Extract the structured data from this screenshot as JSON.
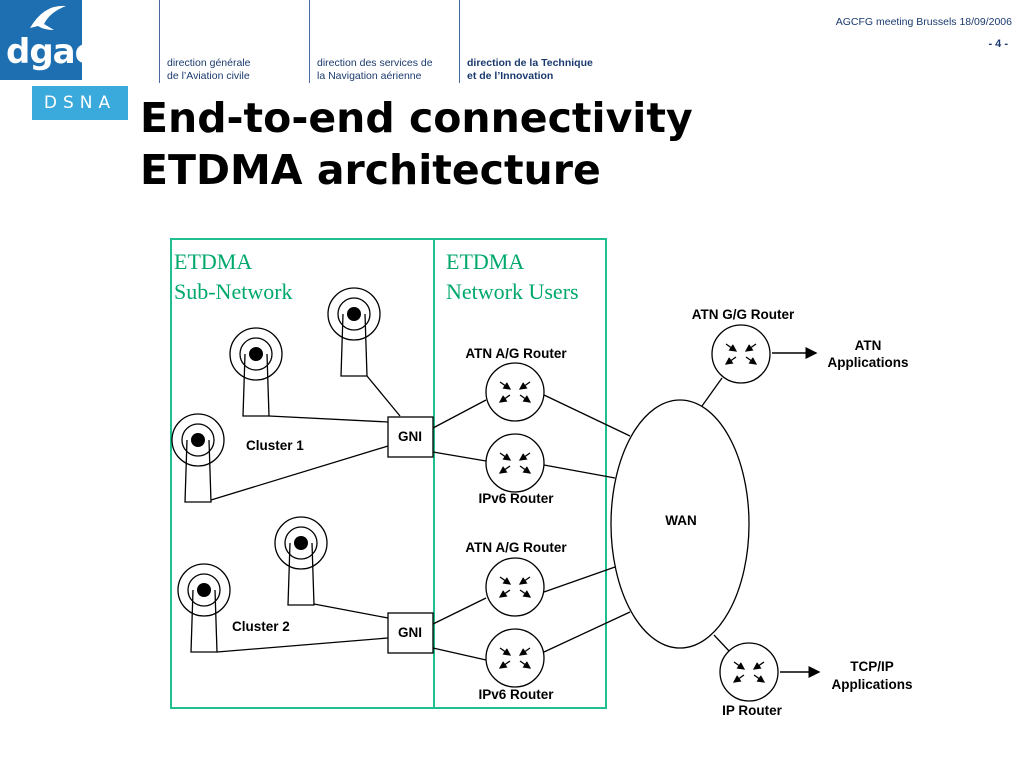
{
  "header": {
    "logo_text": "dgac",
    "dsna_text": "DSNA",
    "directions": [
      {
        "line1": "direction générale",
        "line2": "de l’Aviation civile"
      },
      {
        "line1": "direction des services de",
        "line2": "la Navigation aérienne"
      },
      {
        "line1": "direction de la Technique",
        "line2": "et de l’Innovation"
      }
    ],
    "meeting": "AGCFG meeting   Brussels  18/09/2006",
    "page": "- 4 -"
  },
  "title": {
    "line1": "End-to-end connectivity",
    "line2": "ETDMA architecture"
  },
  "diagram": {
    "box_left": {
      "line1": "ETDMA",
      "line2": "Sub-Network"
    },
    "box_right": {
      "line1": "ETDMA",
      "line2": "Network Users"
    },
    "cluster1": "Cluster 1",
    "cluster2": "Cluster 2",
    "gni1": "GNI",
    "gni2": "GNI",
    "atn_ag_router_1": "ATN A/G Router",
    "ipv6_router_1": "IPv6 Router",
    "atn_ag_router_2": "ATN A/G Router",
    "ipv6_router_2": "IPv6 Router",
    "wan": "WAN",
    "atn_gg_router": "ATN G/G Router",
    "atn_apps_line1": "ATN",
    "atn_apps_line2": "Applications",
    "ip_router": "IP Router",
    "tcpip_line1": "TCP/IP",
    "tcpip_line2": "Applications",
    "box_color": "#1fbf8f",
    "label_color": "#00a86b"
  }
}
